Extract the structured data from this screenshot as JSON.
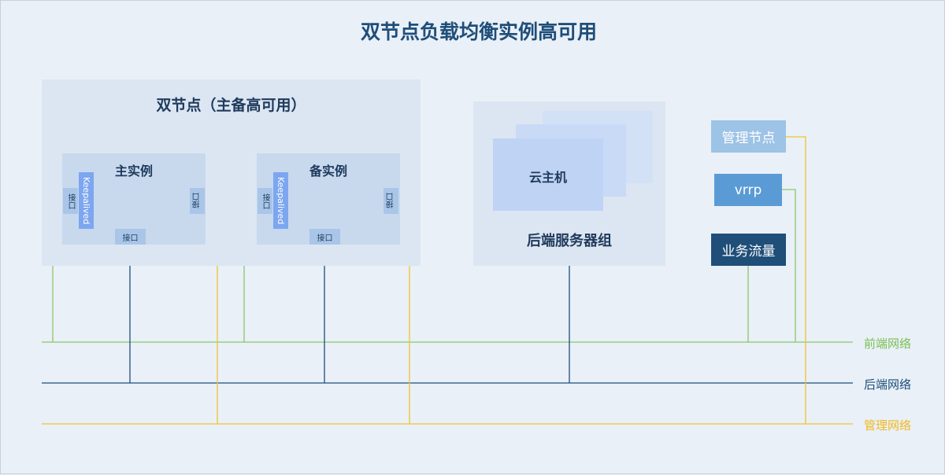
{
  "title": "双节点负载均衡实例高可用",
  "ha_group": {
    "label": "双节点（主备高可用）",
    "primary": {
      "label": "主实例",
      "left_iface": "接口",
      "right_iface": "接口",
      "bottom_iface": "接口",
      "keepalived": "Keepalived"
    },
    "standby": {
      "label": "备实例",
      "left_iface": "接口",
      "right_iface": "接口",
      "bottom_iface": "接口",
      "keepalived": "Keepalived"
    }
  },
  "backend_group": {
    "vm_label": "云主机",
    "label": "后端服务器组"
  },
  "legend": {
    "management_node": "管理节点",
    "vrrp": "vrrp",
    "business_traffic": "业务流量"
  },
  "networks": {
    "frontend": "前端网络",
    "backend": "后端网络",
    "management": "管理网络"
  },
  "colors": {
    "frontend_line": "#8cc864",
    "backend_line": "#1f4e79",
    "management_line": "#f2c230",
    "management_node_bg": "#9dc3e6",
    "vrrp_bg": "#5b9bd5",
    "business_traffic_bg": "#1f4e79"
  }
}
